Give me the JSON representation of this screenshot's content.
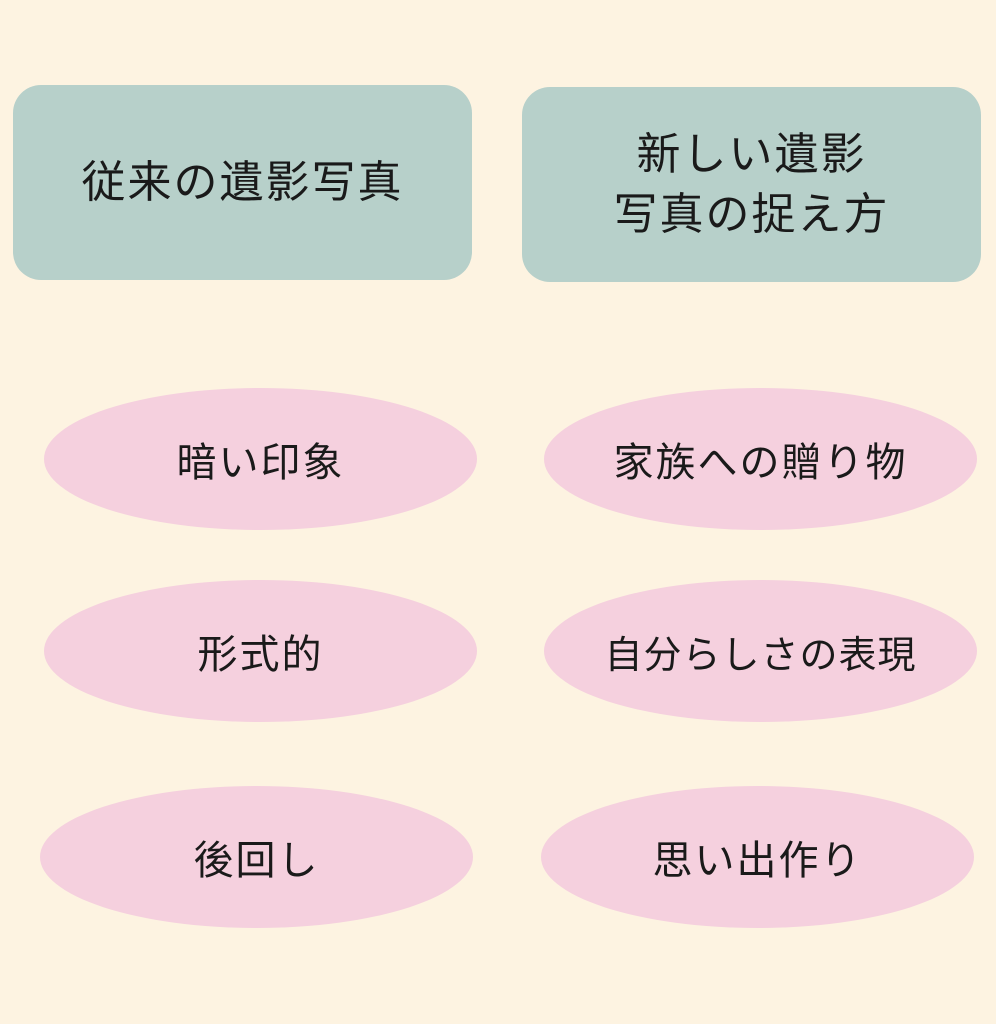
{
  "colors": {
    "background": "#fdf3e1",
    "header_box": "#b7d0ca",
    "oval": "#f5d0de",
    "text": "#1a1a1a"
  },
  "headers": {
    "left": {
      "lines": [
        "従来の遺影写真"
      ]
    },
    "right": {
      "lines": [
        "新しい遺影",
        "写真の捉え方"
      ]
    }
  },
  "rows": [
    {
      "left": "暗い印象",
      "right": "家族への贈り物"
    },
    {
      "left": "形式的",
      "right": "自分らしさの表現"
    },
    {
      "left": "後回し",
      "right": "思い出作り"
    }
  ]
}
